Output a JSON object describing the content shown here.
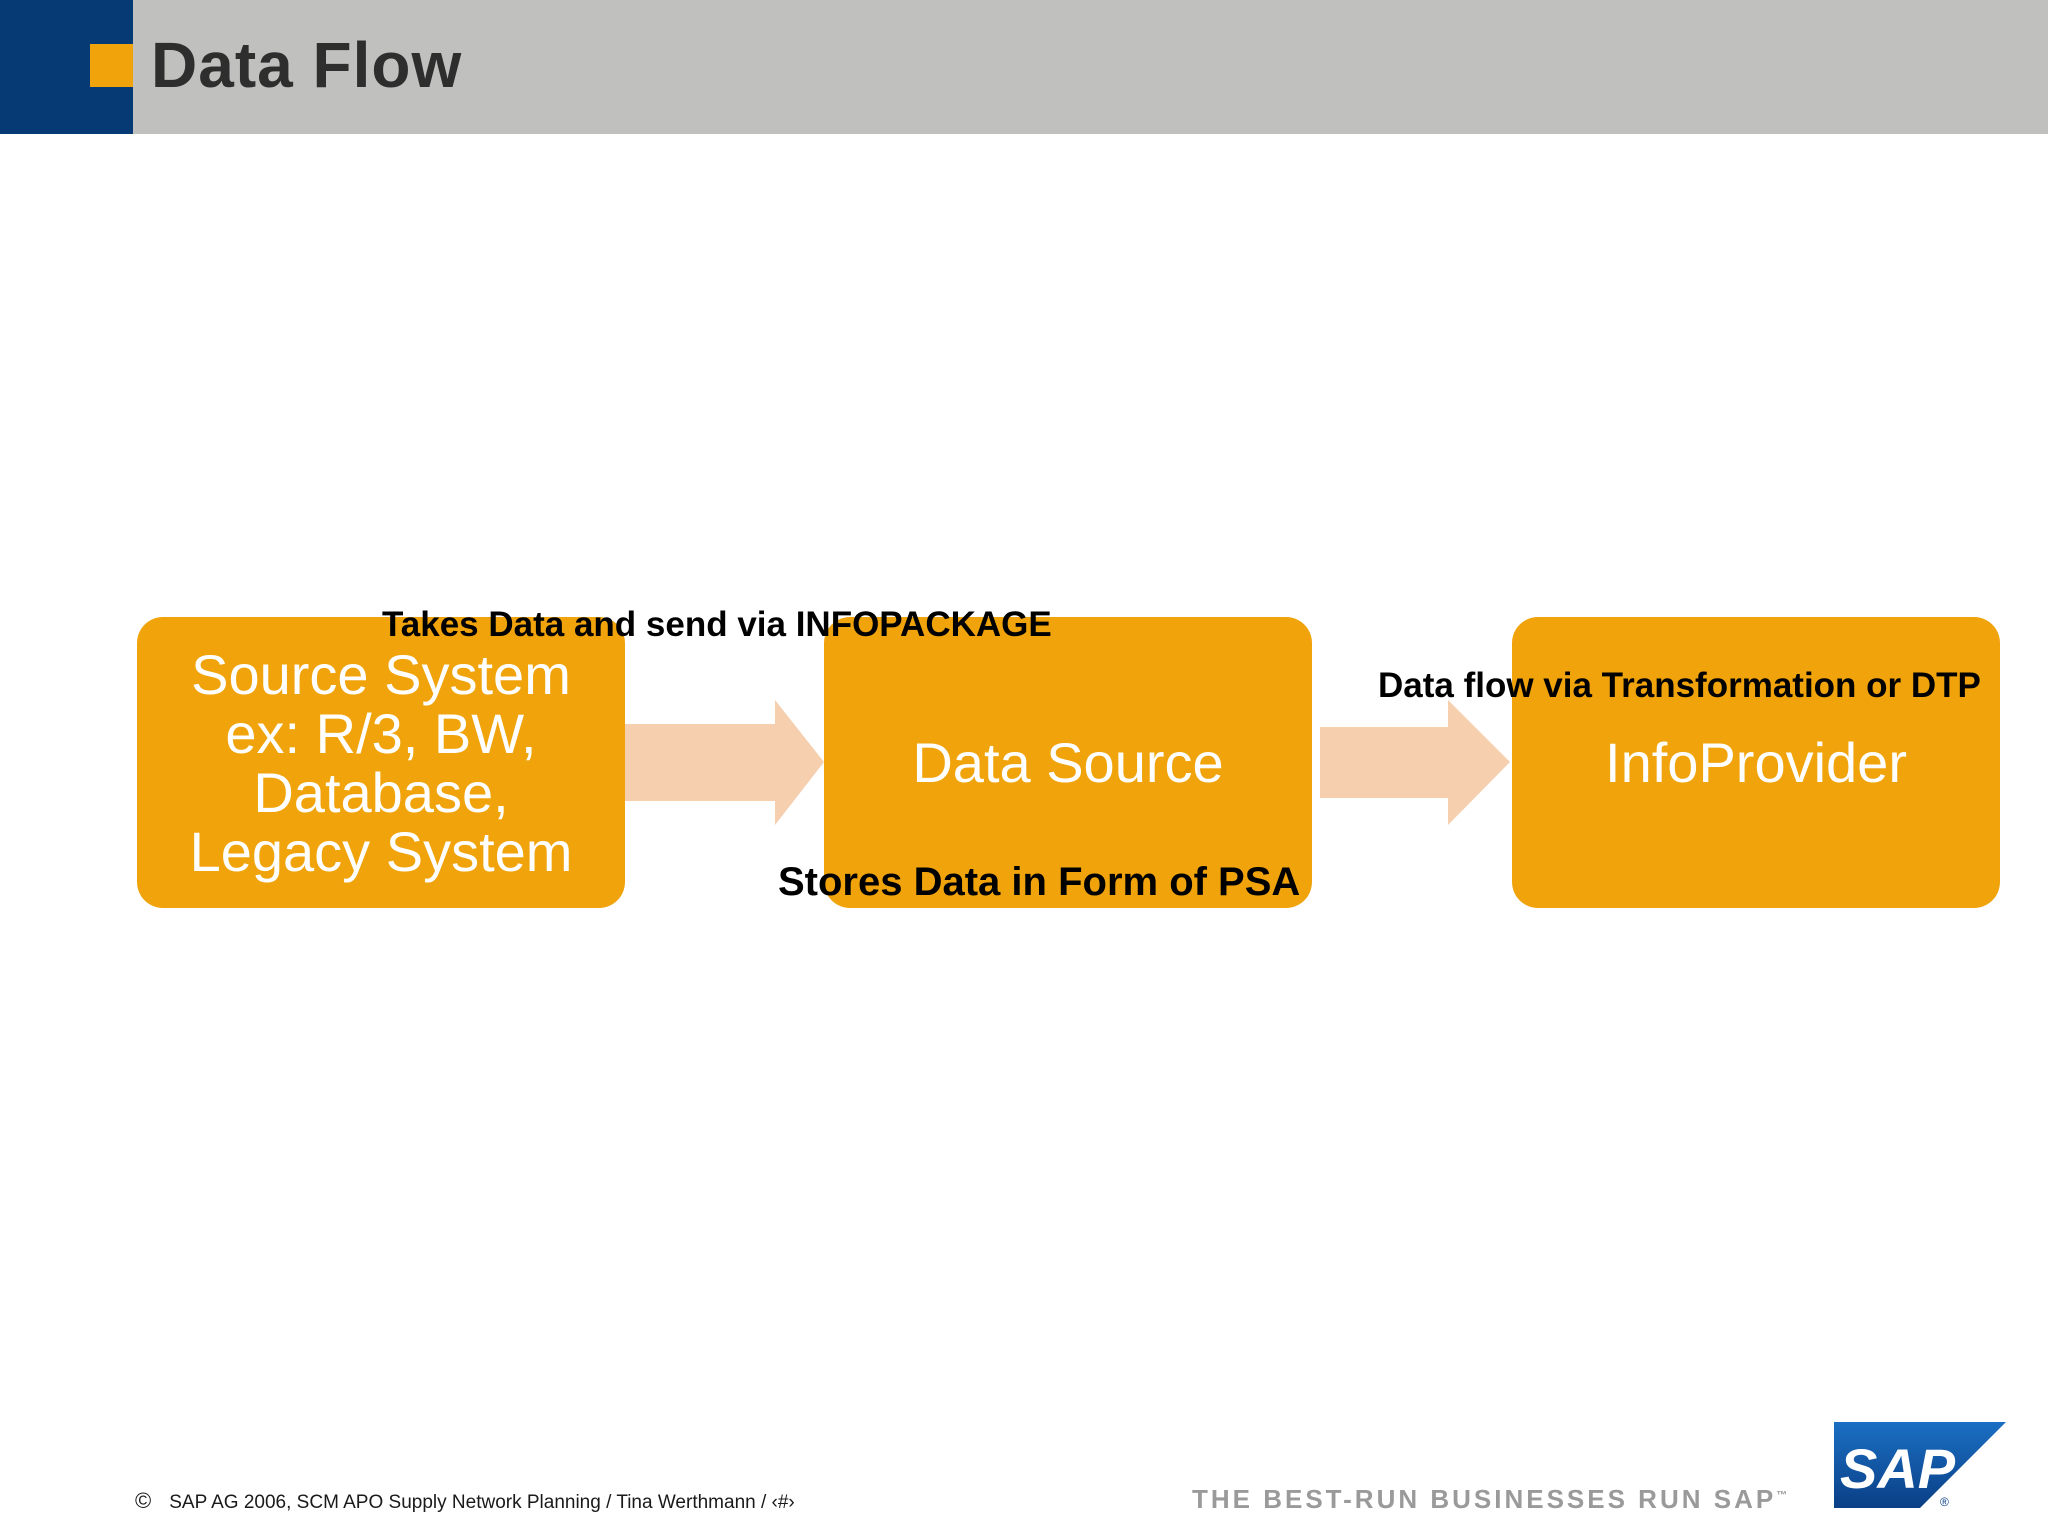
{
  "header": {
    "title": "Data Flow"
  },
  "diagram": {
    "nodes": [
      {
        "id": "source",
        "label": "Source System\nex: R/3, BW,\nDatabase,\nLegacy System"
      },
      {
        "id": "datasource",
        "label": "Data Source"
      },
      {
        "id": "infoprovider",
        "label": "InfoProvider"
      }
    ],
    "edges": [
      {
        "from": "source",
        "to": "datasource",
        "label": "Takes Data and send via INFOPACKAGE"
      },
      {
        "from": "datasource",
        "to": "infoprovider",
        "label": "Data flow via Transformation or DTP"
      }
    ],
    "annotations": {
      "datasource_note": "Stores Data in Form of PSA"
    },
    "colors": {
      "box_fill": "#f0a30a",
      "arrow_fill": "#f5cfae",
      "header_band": "#c0c1bf",
      "header_navy": "#063a74"
    }
  },
  "footer": {
    "copyright_symbol": "©",
    "copyright_text": "SAP AG 2006, SCM APO Supply Network Planning / Tina Werthmann / ‹#›",
    "tagline": "THE BEST-RUN BUSINESSES RUN SAP",
    "tagline_tm": "™",
    "logo_text": "SAP",
    "logo_registered": "®"
  }
}
